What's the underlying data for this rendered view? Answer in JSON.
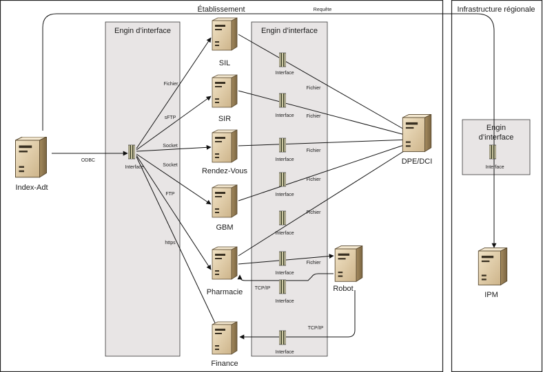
{
  "regions": {
    "etablissement": "Établissement",
    "infrastructure": "Infrastructure régionale",
    "engin_left": "Engin d’interface",
    "engin_mid": "Engin d’interface",
    "engin_right_line1": "Engin",
    "engin_right_line2": "d’interface"
  },
  "servers": {
    "index_adt": "Index-Adt",
    "sil": "SIL",
    "sir": "SIR",
    "rendez_vous": "Rendez-Vous",
    "gbm": "GBM",
    "pharmacie": "Pharmacie",
    "finance": "Finance",
    "dpe_dci": "DPE/DCI",
    "robot": "Robot",
    "ipm": "IPM"
  },
  "interface_label": "Interface",
  "edges": {
    "requete": "Requête",
    "odbc": "ODBC",
    "fichier_sil": "Fichier",
    "sftp_sir": "sFTP",
    "socket_rv": "Socket",
    "socket_gbm": "Socket",
    "ftp_pharmacie": "FTP",
    "https_finance": "https",
    "fichier_1": "Fichier",
    "fichier_2": "Fichier",
    "fichier_3": "Fichier",
    "fichier_4": "Fichier",
    "fichier_5": "Fichier",
    "fichier_robot": "Fichier",
    "tcpip_pharmacie": "TCP/IP",
    "tcpip_finance": "TCP/IP"
  },
  "colors": {
    "panel": "#e8e5e5",
    "server_body": "#e7d3b0",
    "server_dark": "#8a7651",
    "interface_block": "#3b3f2a"
  }
}
